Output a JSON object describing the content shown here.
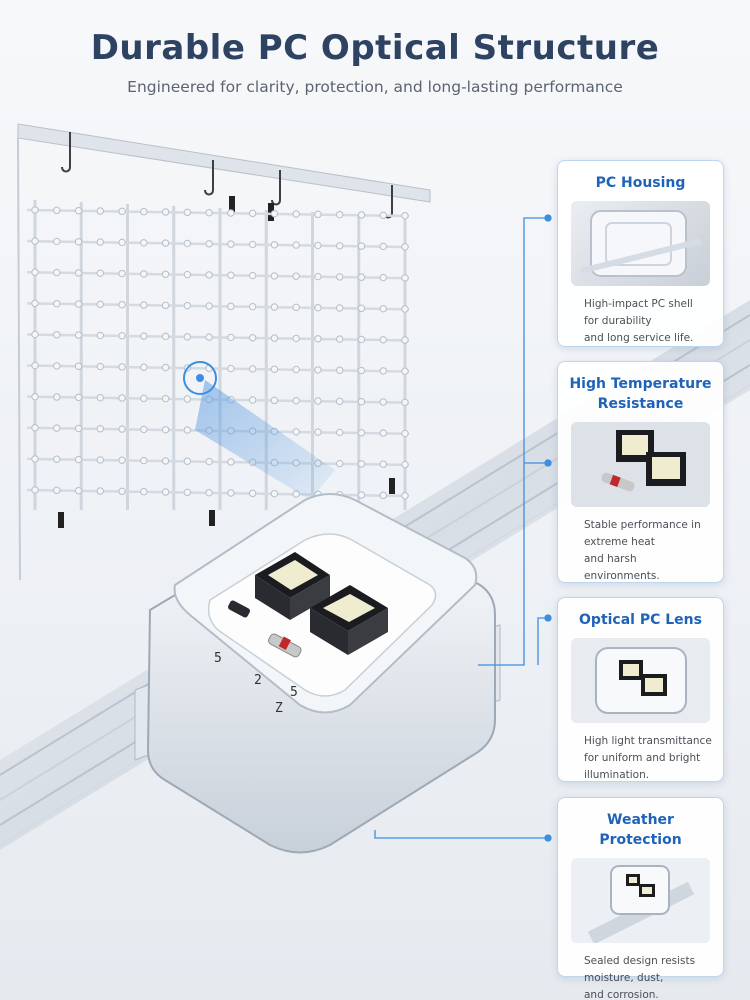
{
  "header": {
    "title": "Durable PC Optical Structure",
    "subtitle": "Engineered for clarity, protection, and long-lasting performance"
  },
  "module": {
    "pin_labels": [
      "5",
      "2",
      "Z",
      "5"
    ]
  },
  "features": [
    {
      "title": "PC Housing",
      "image_icon": "pc-housing-closeup",
      "lines": [
        "High-impact PC shell",
        "for durability",
        "and long service life."
      ]
    },
    {
      "title_lines": [
        "High Temperature",
        "Resistance"
      ],
      "image_icon": "led-chip-closeup",
      "lines": [
        "Stable performance in",
        "extreme heat",
        "and harsh environments."
      ]
    },
    {
      "title": "Optical PC Lens",
      "image_icon": "lens-module-closeup",
      "lines": [
        "High light transmittance",
        "for uniform and bright",
        "illumination."
      ]
    },
    {
      "title": "Weather Protection",
      "image_icon": "sealed-module-closeup",
      "lines": [
        "Sealed design resists",
        "moisture, dust,",
        "and corrosion."
      ]
    }
  ],
  "colors": {
    "title": "#2e4262",
    "accent": "#1f63b8",
    "card_border": "#bcd6f0",
    "callout_line": "#3d8ee0"
  }
}
